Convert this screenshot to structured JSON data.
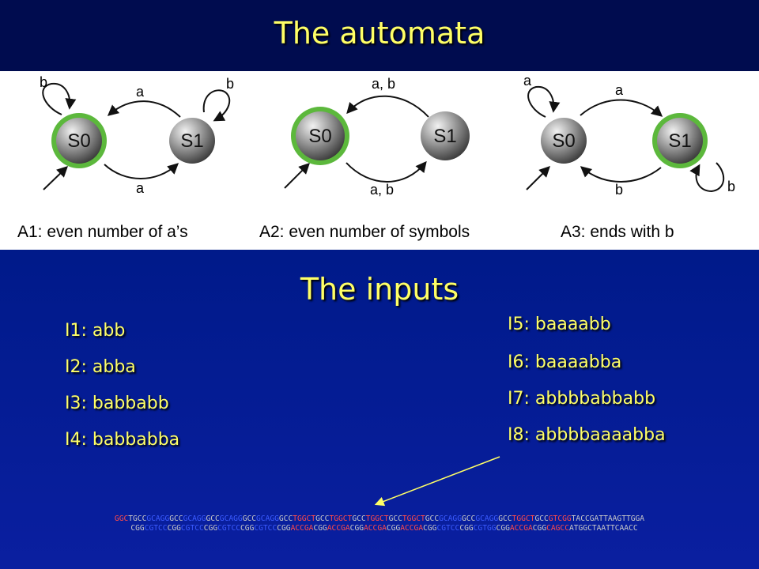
{
  "slide": {
    "title": "The automata",
    "subtitle": "The inputs"
  },
  "automata": [
    {
      "caption": "A1: even number of a’s",
      "states": [
        "S0",
        "S1"
      ],
      "edge_labels": {
        "loop_s0": "b",
        "top": "a",
        "loop_s1": "b",
        "bottom": "a"
      }
    },
    {
      "caption": "A2: even number of symbols",
      "states": [
        "S0",
        "S1"
      ],
      "edge_labels": {
        "top": "a, b",
        "bottom": "a, b"
      }
    },
    {
      "caption": "A3: ends with b",
      "states": [
        "S0",
        "S1"
      ],
      "edge_labels": {
        "loop_s0": "a",
        "top": "a",
        "bottom": "b",
        "loop_s1": "b"
      }
    }
  ],
  "inputs": {
    "left": [
      "I1: abb",
      "I2: abba",
      "I3: babbabb",
      "I4: babbabba"
    ],
    "right": [
      "I5: baaaabb",
      "I6: baaaabba",
      "I7: abbbbabbabb",
      "I8: abbbbaaaabba"
    ]
  },
  "colors": {
    "title_text": "#ffff66",
    "accept_ring": "#5cb83c",
    "seq_base": "#c8c8c8",
    "seq_blue": "#3b5bff",
    "seq_red": "#ff4a4a"
  },
  "dna": {
    "strand1": [
      {
        "t": "GGC",
        "c": "red"
      },
      {
        "t": "T",
        "c": "base"
      },
      {
        "t": "GCC",
        "c": "base"
      },
      {
        "t": "GCAGG",
        "c": "blue"
      },
      {
        "t": "GCC",
        "c": "base"
      },
      {
        "t": "GCAGG",
        "c": "blue"
      },
      {
        "t": "GCC",
        "c": "base"
      },
      {
        "t": "GCAGG",
        "c": "blue"
      },
      {
        "t": "GCC",
        "c": "base"
      },
      {
        "t": "GCAGG",
        "c": "blue"
      },
      {
        "t": "GCC",
        "c": "base"
      },
      {
        "t": "TGGCT",
        "c": "red"
      },
      {
        "t": "GCC",
        "c": "base"
      },
      {
        "t": "TGGCT",
        "c": "red"
      },
      {
        "t": "GCC",
        "c": "base"
      },
      {
        "t": "TGGCT",
        "c": "red"
      },
      {
        "t": "GCC",
        "c": "base"
      },
      {
        "t": "TGGCT",
        "c": "red"
      },
      {
        "t": "GCC",
        "c": "base"
      },
      {
        "t": "GCAGG",
        "c": "blue"
      },
      {
        "t": "GCC",
        "c": "base"
      },
      {
        "t": "GCAGG",
        "c": "blue"
      },
      {
        "t": "GCC",
        "c": "base"
      },
      {
        "t": "TGGCT",
        "c": "red"
      },
      {
        "t": "GCC",
        "c": "base"
      },
      {
        "t": "GTCGG",
        "c": "red"
      },
      {
        "t": "TACCGATTAAGTTGGA",
        "c": "base"
      }
    ],
    "strand2": [
      {
        "t": "CGG",
        "c": "base"
      },
      {
        "t": "CGTCC",
        "c": "blue"
      },
      {
        "t": "CGG",
        "c": "base"
      },
      {
        "t": "CGTCC",
        "c": "blue"
      },
      {
        "t": "CGG",
        "c": "base"
      },
      {
        "t": "CGTCC",
        "c": "blue"
      },
      {
        "t": "CGG",
        "c": "base"
      },
      {
        "t": "CGTCC",
        "c": "blue"
      },
      {
        "t": "CGG",
        "c": "base"
      },
      {
        "t": "ACCGA",
        "c": "red"
      },
      {
        "t": "CGG",
        "c": "base"
      },
      {
        "t": "ACCGA",
        "c": "red"
      },
      {
        "t": "CGG",
        "c": "base"
      },
      {
        "t": "ACCGA",
        "c": "red"
      },
      {
        "t": "CGG",
        "c": "base"
      },
      {
        "t": "ACCGA",
        "c": "red"
      },
      {
        "t": "CGG",
        "c": "base"
      },
      {
        "t": "CGTCC",
        "c": "blue"
      },
      {
        "t": "CGG",
        "c": "base"
      },
      {
        "t": "CGTGG",
        "c": "blue"
      },
      {
        "t": "CGG",
        "c": "base"
      },
      {
        "t": "ACCGA",
        "c": "red"
      },
      {
        "t": "CGG",
        "c": "base"
      },
      {
        "t": "CAGCC",
        "c": "red"
      },
      {
        "t": "ATGGCTAATTCAACC",
        "c": "base"
      }
    ]
  }
}
